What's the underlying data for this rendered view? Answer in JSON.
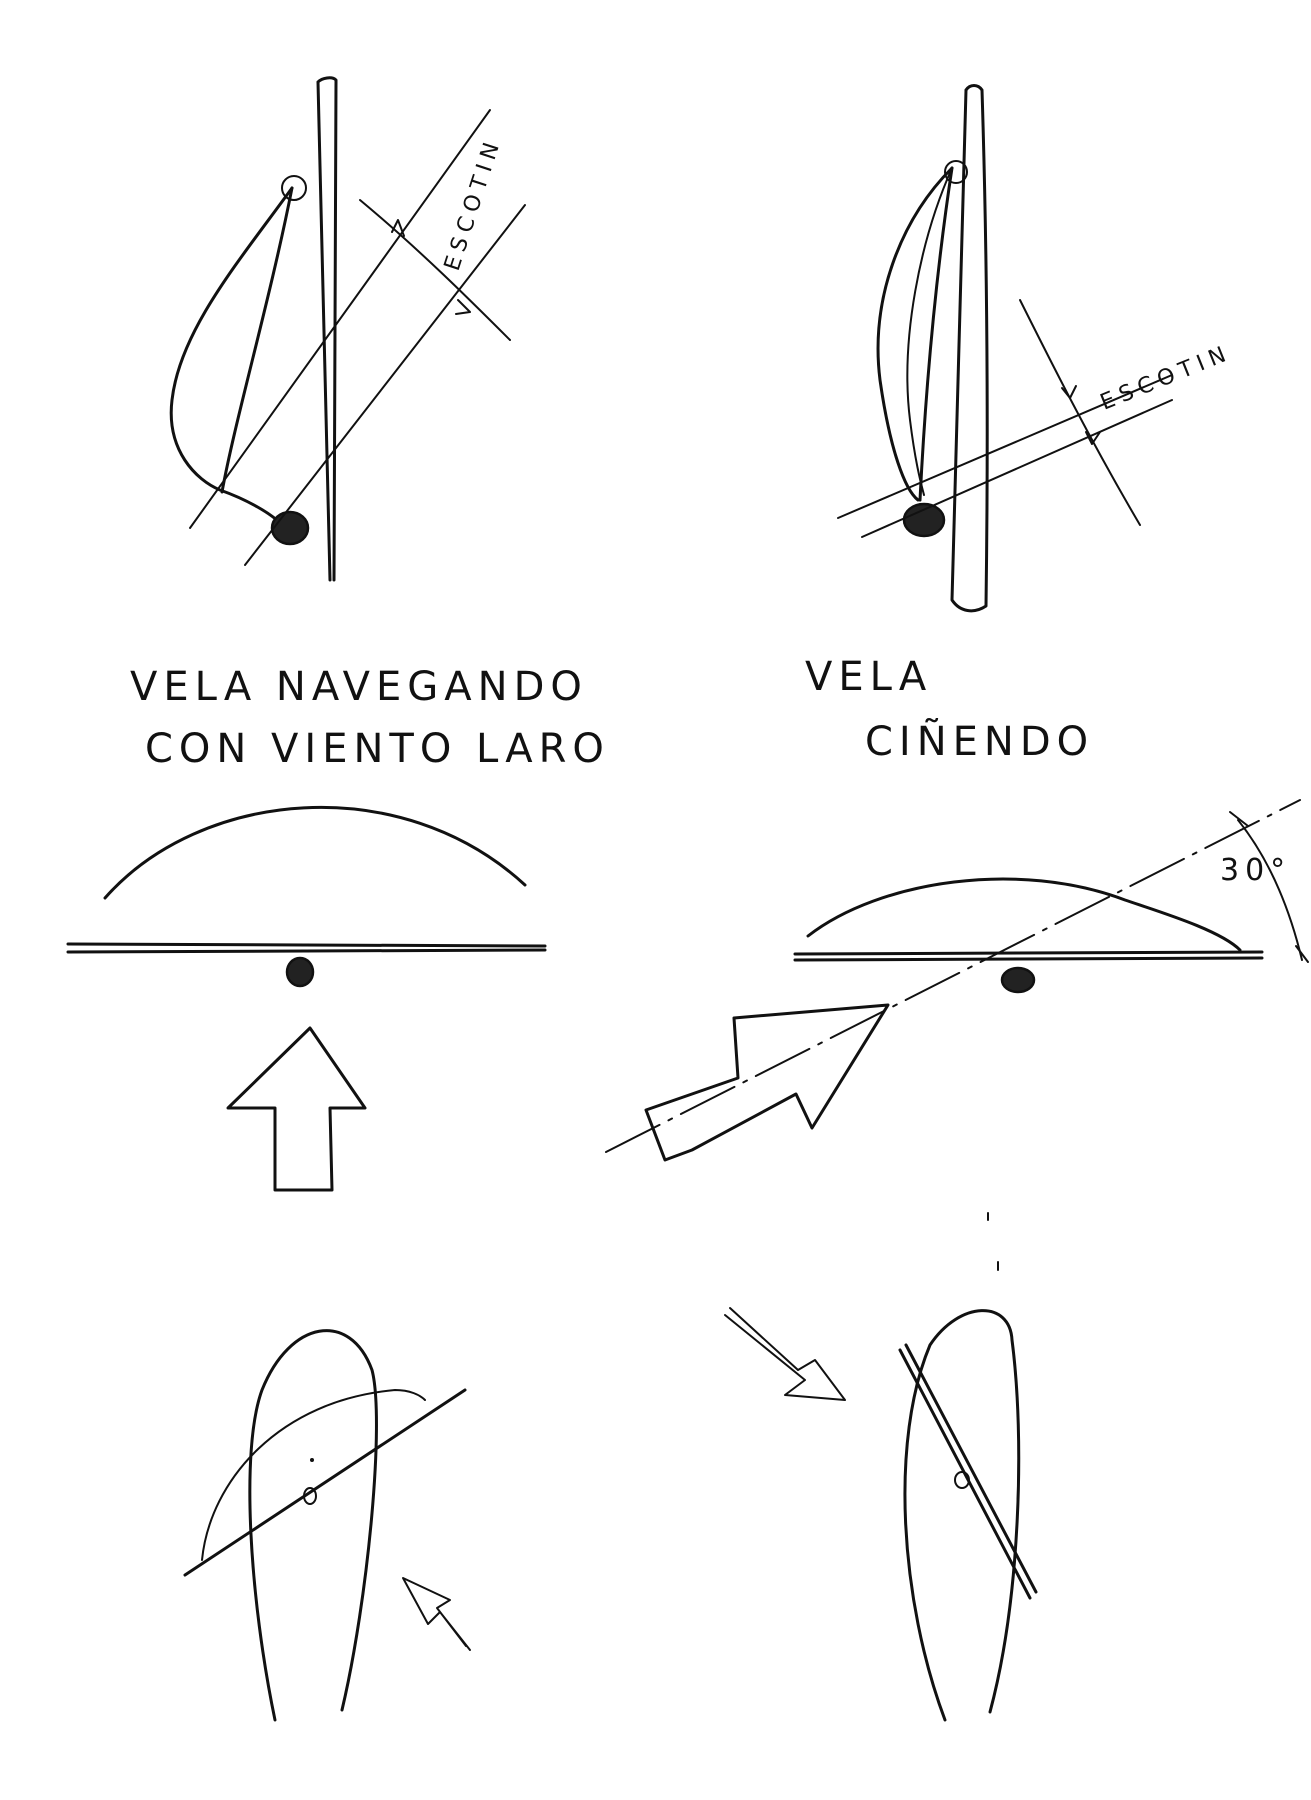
{
  "captions": {
    "left_line1": "VELA NAVEGANDO",
    "left_line2": "CON VIENTO LARO",
    "right_line1": "VELA",
    "right_line2": "CIÑENDO"
  },
  "labels": {
    "escotin_left": "ESCOTIN",
    "escotin_right": "ESCOTIN",
    "angle": "30°"
  }
}
